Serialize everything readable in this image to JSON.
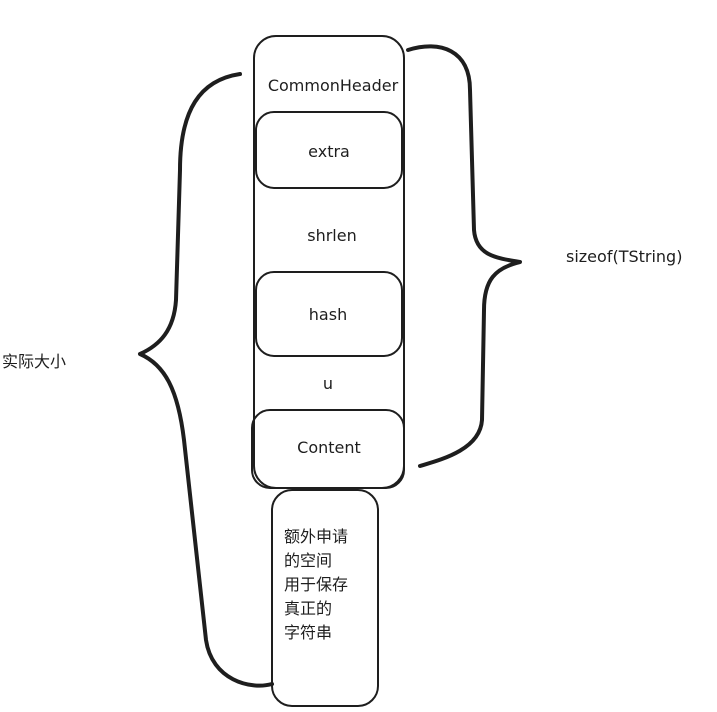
{
  "diagram": {
    "struct_fields": [
      "CommonHeader",
      "extra",
      "shrlen",
      "hash",
      "u",
      "Content"
    ],
    "extra_space_lines": [
      "额外申请",
      "的空间",
      "用于保存",
      "真正的",
      "字符串"
    ],
    "right_brace_label": "sizeof(TString)",
    "left_brace_label": "实际大小"
  }
}
